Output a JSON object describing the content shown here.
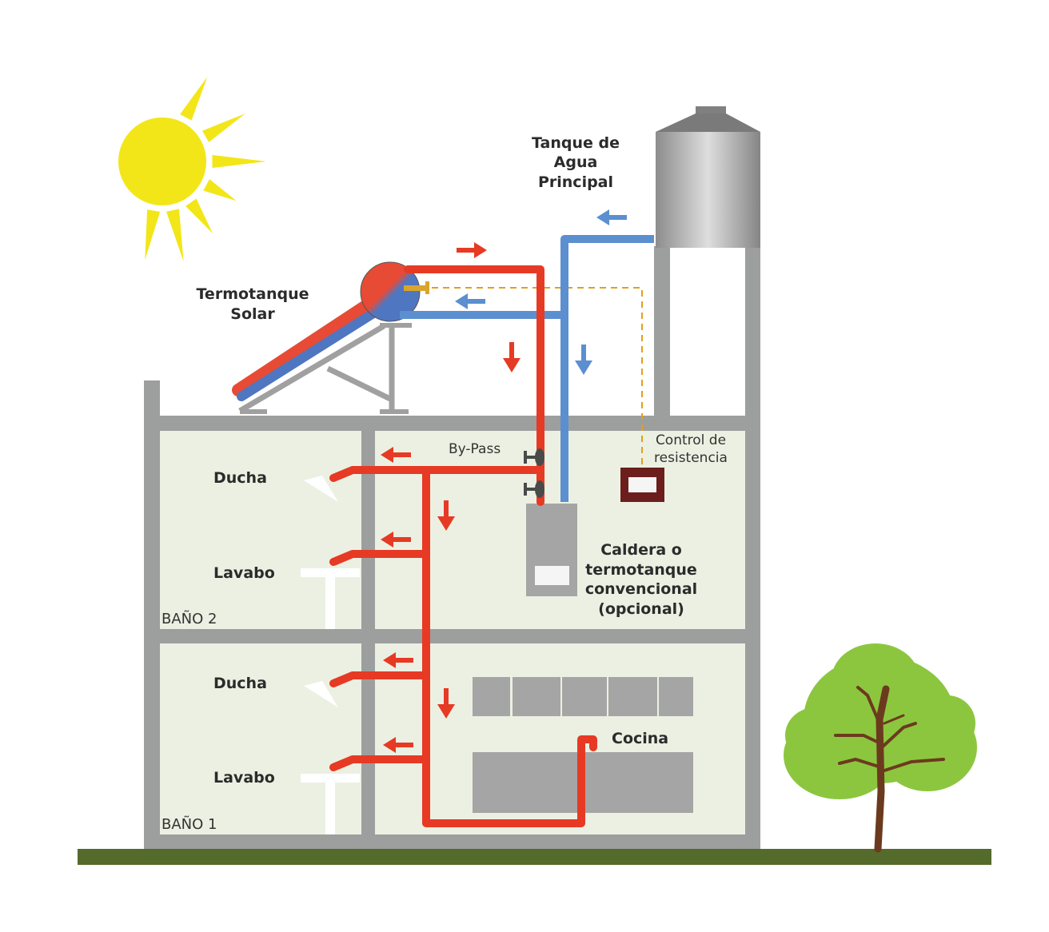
{
  "title_labels": {
    "solar_heater": [
      "Termotanque",
      "Solar"
    ],
    "main_tank": [
      "Tanque de",
      "Agua",
      "Principal"
    ],
    "bypass": "By-Pass",
    "resistance_control": [
      "Control de",
      "resistencia"
    ],
    "boiler": [
      "Caldera o",
      "termotanque",
      "convencional",
      "(opcional)"
    ],
    "kitchen": "Cocina"
  },
  "rooms": [
    {
      "name": "BAÑO 2",
      "fixtures": [
        "Ducha",
        "Lavabo"
      ]
    },
    {
      "name": "BAÑO 1",
      "fixtures": [
        "Ducha",
        "Lavabo"
      ]
    }
  ],
  "colors": {
    "hot_water": "#e63a24",
    "cold_water": "#5b8fd0",
    "wall": "#9d9e9e",
    "room_fill": "#ecf0e2",
    "sun": "#f2e619",
    "ground": "#546b2c",
    "control_dashed": "#e0a020",
    "control_box": "#6b1e1c",
    "tree_leaves": "#8cc63f",
    "tree_trunk": "#6b3a1e"
  },
  "icons": {
    "sun": "sun-icon",
    "tree": "tree-icon",
    "flow_arrow": "arrow-icon",
    "valve": "valve-icon"
  }
}
